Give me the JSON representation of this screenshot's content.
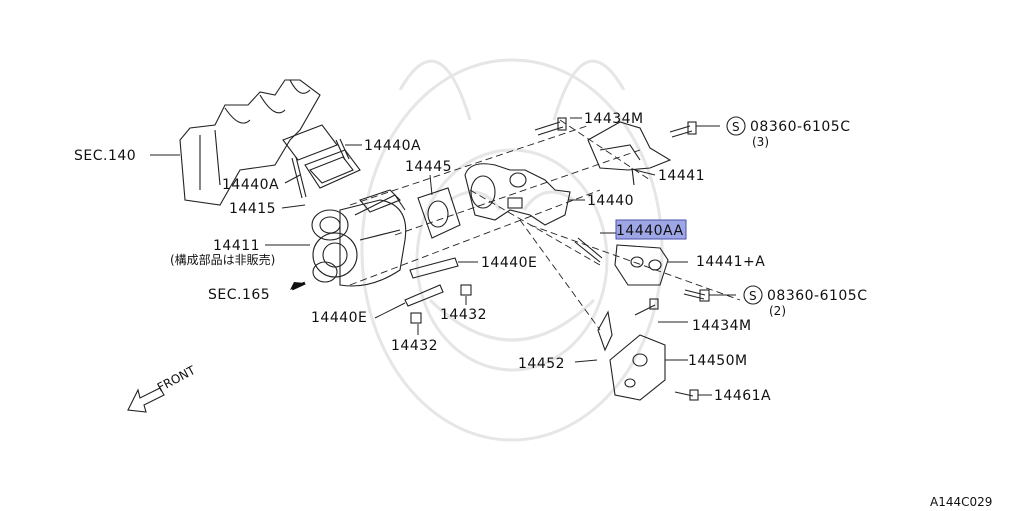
{
  "labels": {
    "sec140": "SEC.140",
    "p14440A_top": "14440A",
    "p14440A_left": "14440A",
    "p14415": "14415",
    "p14411": "14411",
    "p14411_note": "(構成部品は非販売)",
    "sec165": "SEC.165",
    "p14445": "14445",
    "p14434M_top": "14434M",
    "p14441": "14441",
    "p14440": "14440",
    "p14440AA": "14440AA",
    "p14441A": "14441+A",
    "p14440E_right": "14440E",
    "p14440E_left": "14440E",
    "p14432_right": "14432",
    "p14432_left": "14432",
    "p14434M_bottom": "14434M",
    "p14452": "14452",
    "p14450M": "14450M",
    "p14461A": "14461A",
    "bolt_code_top": "08360-6105C",
    "bolt_qty_top": "(3)",
    "bolt_code_bottom": "08360-6105C",
    "bolt_qty_bottom": "(2)",
    "s_symbol": "S",
    "front": "FRONT",
    "figure_code": "A144C029"
  },
  "highlight_color": "#9ea6e6",
  "highlight_border": "#4a52a8"
}
